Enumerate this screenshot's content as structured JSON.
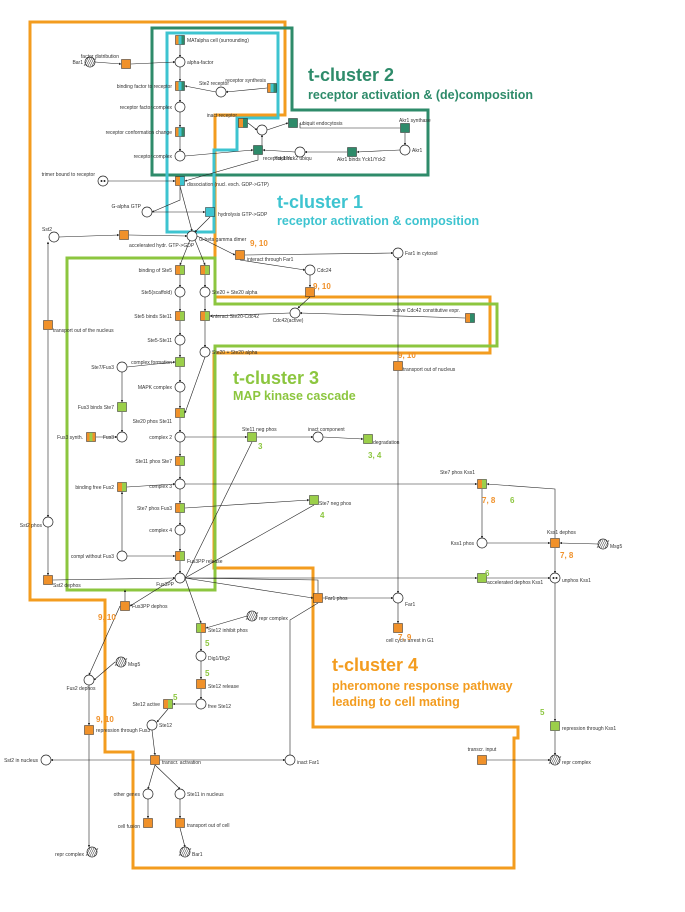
{
  "clusters": [
    {
      "id": "c2",
      "color": "#2e8b6a",
      "title": "t-cluster 2",
      "subtitle": "receptor activation & (de)composition"
    },
    {
      "id": "c1",
      "color": "#3ec4d0",
      "title": "t-cluster 1",
      "subtitle": "receptor activation & composition"
    },
    {
      "id": "c3",
      "color": "#8cc63f",
      "title": "t-cluster 3",
      "subtitle": "MAP kinase cascade"
    },
    {
      "id": "c4",
      "color": "#f39c1f",
      "title": "t-cluster 4",
      "subtitle1": "pheromone response pathway",
      "subtitle2": "leading to cell mating"
    }
  ],
  "colors": {
    "orange": "#f0912a",
    "green": "#9bcf4a",
    "teal": "#2e8b6a",
    "cyan": "#3ec4d0",
    "place": "#ffffff",
    "arc": "#222222"
  },
  "labels": {
    "t1": "MATalpha cell (surrounding)",
    "p1": "alpha-factor",
    "t30": "factor distribution",
    "p23": "Bar1",
    "t2": "binding factor to receptor",
    "p2": "Ste2 receptor",
    "t3": "receptor synthesis",
    "p3": "receptor factor complex",
    "t4": "receptor conformation change",
    "p4": "receptor complex",
    "t45": "ubiquit endocytosis",
    "t42": "inact receptor",
    "t43": "Akr1 synthase",
    "t17": "receptorphos",
    "p41": "Yck1/Yck2 ubiqu",
    "t46": "Akr1 binds Yck1/Yck2",
    "p40": "Akr1",
    "p5": "trimer bound to receptor",
    "t5": "dissociation (nucl. exch. GDP->GTP)",
    "p6": "G-alpha GTP",
    "t6": "hydrolysis GTP->GDP",
    "t36": "accelerated hydr. GTP->GDP",
    "p36": "Sst2",
    "p7": "G-beta gamma dimer",
    "t7": "interact through Far1",
    "p32": "Far1 in cytosol",
    "p8": "Cdc24",
    "t8": "",
    "p9": "Cdc42(active)",
    "t9": "active Cdc42 constitutive expr.",
    "t11": "interact Ste20-Cdc42",
    "t12": "binding of Ste5",
    "p11": "Ste5(scaffold)",
    "t13": "Ste5 binds Ste11",
    "p12": "Ste5-Ste11",
    "p10": "Ste20 + Ste20 alpha",
    "t35": "transport out of the nucleus",
    "t33": "transport out of nucleus",
    "p14": "Ste7/Fus3",
    "t15": "complex formation",
    "p15": "MAPK complex",
    "t16": "Fus3 binds Ste7",
    "t17b": "Ste20 phos Ste11",
    "p13": "Fus3",
    "t4b": "Fus3 synth.",
    "p17": "complex 2",
    "t18": "Ste11 phos Ste7",
    "t37": "Ste11 neg phos",
    "p37": "inact component",
    "t38": "degradation",
    "t21": "binding free Fus2",
    "p19": "complex 3",
    "t19": "Ste7 phos Fus3",
    "t32": "Ste7 neg phos",
    "p35": "Sst2 phos",
    "p18": "complex 4",
    "p21": "compl without Fus3",
    "t20": "Fus3PP release",
    "t34": "Sst2 dephos",
    "p20": "Fus3PP",
    "t40": "Ste7 phos Kss1",
    "p28": "Kss1 phos",
    "t42b": "Kss1 dephos",
    "p26": "Msg5",
    "t41": "accelerated dephos Kss1",
    "p39": "unphos Kss1",
    "t26": "Fus3PP dephos",
    "t31": "Far1 phos",
    "p32b": "Far1",
    "t22": "Ste12 inhibit phos",
    "p22": "repr complex",
    "t29": "cell cycle arrest in G1",
    "p27": "Fus2 dephos",
    "p23b": "Dig1/Dig2",
    "t23": "Ste12 release",
    "t24": "Ste12 active",
    "p24": "free Ste12",
    "t27": "repression through Fus3",
    "p25": "Ste12",
    "p34": "Sst2 in nucleus",
    "t25": "transcr. activation",
    "p31": "inact Far1",
    "t44": "transcr. input",
    "t43b": "repression through Kss1",
    "p38": "repr complex",
    "p30": "other genes",
    "p29": "Ste11 in nucleus",
    "t28": "cell fusion",
    "t39": "transport out of cell",
    "p33": "Bar1",
    "p22b": "repr complex",
    "t26b": "Msg5"
  },
  "annotations": {
    "a1": "9, 10",
    "a2": "9, 10",
    "a3": "9, 10",
    "a4": "3",
    "a5": "3, 4",
    "a6": "4",
    "a7": "7, 8",
    "a8": "6",
    "a9": "7, 8",
    "a10": "6",
    "a11": "9, 10",
    "a12": "7, 9",
    "a13": "5",
    "a14": "9, 10",
    "a15": "5",
    "a16": "5",
    "a17": "5"
  }
}
